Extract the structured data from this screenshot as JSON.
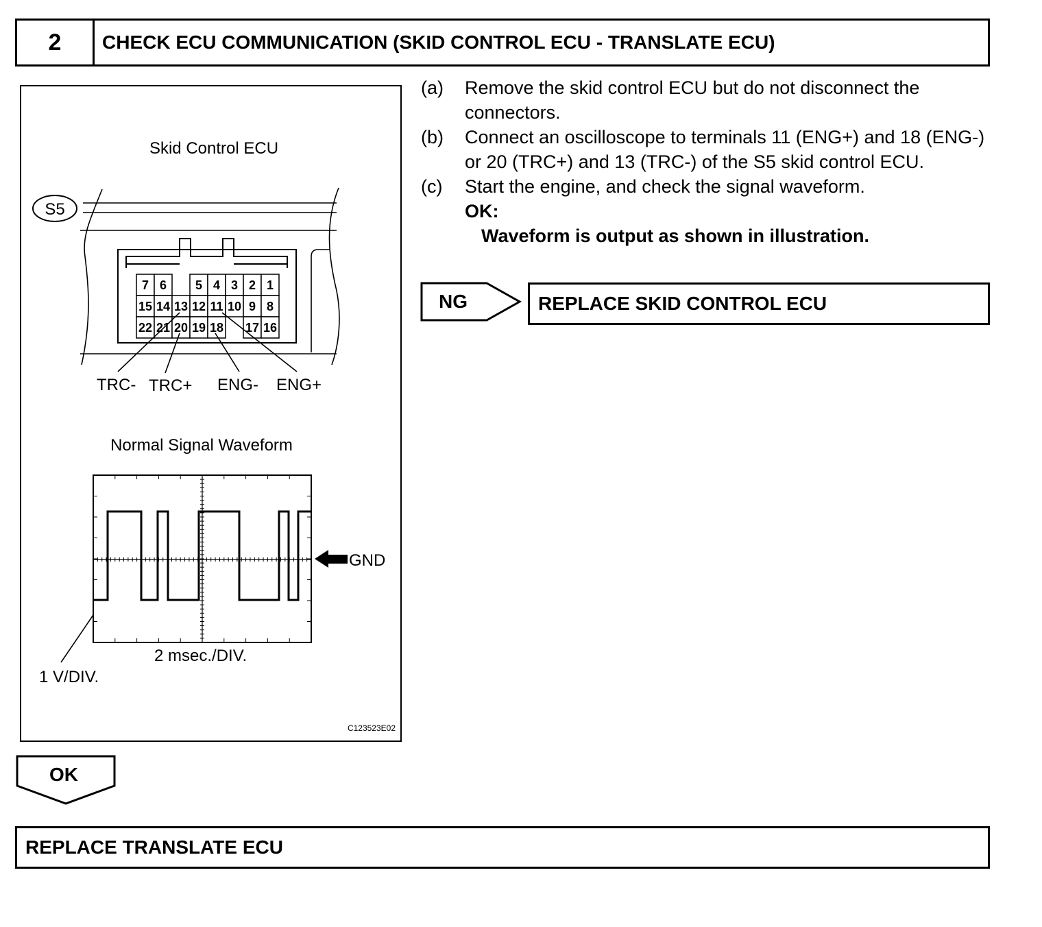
{
  "header": {
    "step_number": "2",
    "title": "CHECK ECU COMMUNICATION (SKID CONTROL ECU - TRANSLATE ECU)"
  },
  "figure": {
    "ecu_title": "Skid Control ECU",
    "connector_id": "S5",
    "terminals": {
      "row1": [
        "7",
        "6",
        "",
        "5",
        "4",
        "3",
        "2",
        "1"
      ],
      "row2": [
        "15",
        "14",
        "13",
        "12",
        "11",
        "10",
        "9",
        "8"
      ],
      "row3": [
        "22",
        "21",
        "20",
        "19",
        "18",
        "",
        "17",
        "16"
      ]
    },
    "terminal_labels": [
      "TRC-",
      "TRC+",
      "ENG-",
      "ENG+"
    ],
    "waveform_title": "Normal Signal Waveform",
    "gnd_label": "GND",
    "time_div": "2 msec./DIV.",
    "volt_div": "1 V/DIV.",
    "figure_code": "C123523E02"
  },
  "steps": [
    {
      "label": "(a)",
      "text": "Remove the skid control ECU but do not disconnect the connectors."
    },
    {
      "label": "(b)",
      "text": "Connect an oscilloscope to terminals 11 (ENG+) and 18 (ENG-) or 20 (TRC+) and 13 (TRC-) of the S5 skid control ECU."
    },
    {
      "label": "(c)",
      "text": "Start the engine, and check the signal waveform."
    }
  ],
  "ok_label": "OK:",
  "ok_detail": "Waveform is output as shown in illustration.",
  "ng": {
    "label": "NG",
    "result": "REPLACE SKID CONTROL ECU"
  },
  "ok_branch": {
    "label": "OK",
    "result": "REPLACE TRANSLATE ECU"
  }
}
